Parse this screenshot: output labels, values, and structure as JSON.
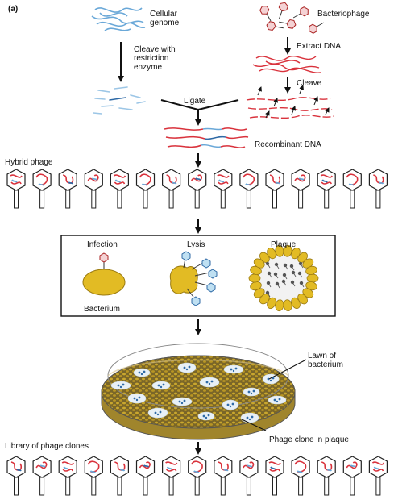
{
  "figure": {
    "panel_label": "(a)",
    "steps": {
      "cellular_genome": "Cellular\ngenome",
      "cleave_with_enzyme": "Cleave with\nrestriction\nenzyme",
      "bacteriophage": "Bacteriophage",
      "extract_dna": "Extract DNA",
      "cleave": "Cleave",
      "ligate": "Ligate",
      "recombinant_dna": "Recombinant DNA",
      "hybrid_phage": "Hybrid phage",
      "library": "Library of phage clones"
    },
    "infection_box": {
      "infection": "Infection",
      "lysis": "Lysis",
      "plaque": "Plaque",
      "bacterium": "Bacterium"
    },
    "dish": {
      "lawn": "Lawn of\nbacterium",
      "phage_clone": "Phage clone in plaque"
    },
    "colors": {
      "phage_dna": "#d9323c",
      "genomic_dna": "#6aa8d8",
      "bacterium": "#e2bb24",
      "bacterium_edge": "#9a7a10",
      "lawn": "#6b5a28",
      "plaque": "#e8f0f6",
      "phage_head": "#f0f0f0"
    }
  }
}
